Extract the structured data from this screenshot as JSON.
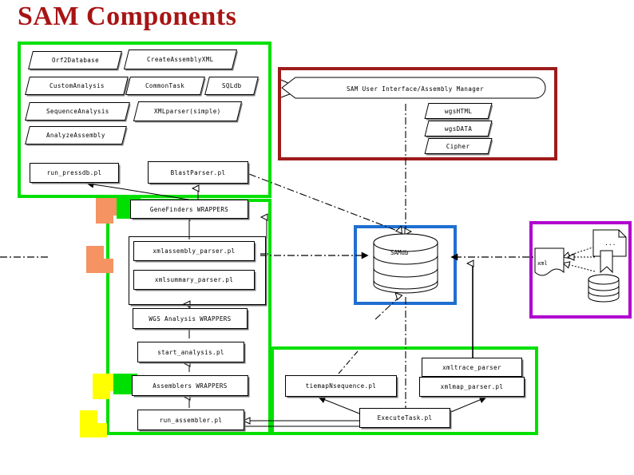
{
  "slide": {
    "title": "SAM Components",
    "title_color": "#a81414",
    "background": "#ffffff"
  },
  "colors": {
    "green_frame": "#00e000",
    "red_frame": "#9e1b1b",
    "blue_frame": "#1f6fd0",
    "purple_frame": "#b000d0",
    "orange_block": "#f59362",
    "yellow_block": "#ffff00",
    "green_block": "#00e000",
    "node_fill": "#ffffff",
    "node_stroke": "#000000"
  },
  "library": {
    "frame_name": "sam-library-green-frame",
    "classes": [
      {
        "label": "Orf2Database"
      },
      {
        "label": "CreateAssemblyXML"
      },
      {
        "label": "CustomAnalysis"
      },
      {
        "label": "CommonTask"
      },
      {
        "label": "SQLdb"
      },
      {
        "label": "SequenceAnalysis"
      },
      {
        "label": "XMLparser(simple)"
      },
      {
        "label": "AnalyzeAssembly"
      }
    ],
    "scripts": [
      {
        "label": "run_pressdb.pl"
      },
      {
        "label": "BlastParser.pl"
      }
    ]
  },
  "ui_group": {
    "frame_name": "sam-user-interface-red-frame",
    "main": "SAM User Interface/Assembly Manager",
    "modules": [
      {
        "label": "wgsHTML"
      },
      {
        "label": "wgsDATA"
      },
      {
        "label": "Cipher"
      }
    ]
  },
  "wrappers_group": {
    "frame_name": "wrappers-green-frame",
    "nodes": [
      {
        "label": "GeneFinders WRAPPERS"
      },
      {
        "label": "xmlassembly_parser.pl"
      },
      {
        "label": "xmlsummary_parser.pl"
      },
      {
        "label": "WGS Analysis WRAPPERS"
      },
      {
        "label": "start_analysis.pl"
      },
      {
        "label": "Assemblers WRAPPERS"
      },
      {
        "label": "run_assembler.pl"
      }
    ]
  },
  "task_group": {
    "frame_name": "task-green-frame",
    "nodes": [
      {
        "label": "tiemapNsequence.pl"
      },
      {
        "label": "xmltrace_parser"
      },
      {
        "label": "xmlmap_parser.pl"
      },
      {
        "label": "ExecuteTask.pl"
      }
    ]
  },
  "database_group": {
    "frame_name": "samdb-blue-frame",
    "cylinder_label": "SAMdb"
  },
  "files_group": {
    "frame_name": "xml-files-purple-frame",
    "source_label": "xml",
    "document_label": "...",
    "targets": [
      {
        "name": "document-page"
      },
      {
        "name": "bookmark-ribbon"
      },
      {
        "name": "database-cylinder"
      }
    ]
  }
}
